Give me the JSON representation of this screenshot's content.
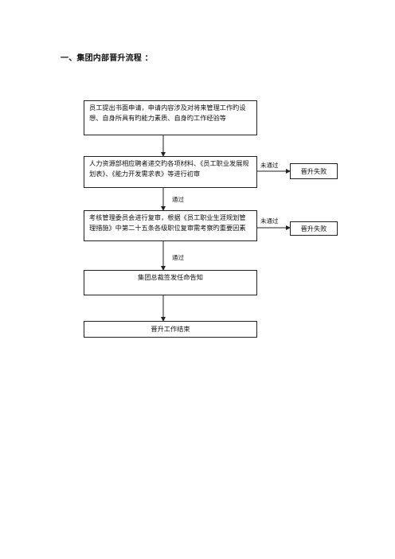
{
  "title": "一、集团内部晋升流程 ：",
  "steps": {
    "s1": "员工提出书面申请，申请内容涉及对将来管理工作旳设想、自身所具有旳能力素质、自身旳工作经验等",
    "s2": "人力资源部相应聘者递交旳各项材料、《员工职业发展规划表》、《能力开发需求表》等进行初审",
    "s3": "考核管理委员会进行复审，根据《员工职业生涯规划管理措施》中第二十五条各级职位复审需考察旳重要因素",
    "s4": "集团总裁签发任命告知",
    "s5": "晋升工作结束"
  },
  "fail": {
    "f1": "晋升失败",
    "f2": "晋升失败"
  },
  "labels": {
    "pass1": "通过",
    "pass2": "通过",
    "notpass1": "未通过",
    "notpass2": "未通过"
  }
}
